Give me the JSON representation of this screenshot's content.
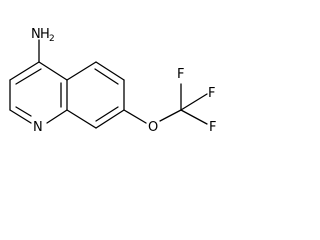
{
  "molecule": {
    "atoms": {
      "amine_n": "N",
      "amine_h": "H",
      "amine_h_count": "2",
      "ring_n": "N",
      "ether_o": "O",
      "fluorine_top": "F",
      "fluorine_right": "F",
      "fluorine_left": "F"
    }
  }
}
